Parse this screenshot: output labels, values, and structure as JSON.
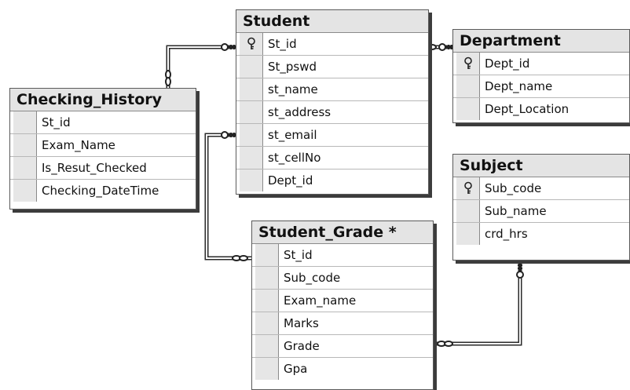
{
  "tables": {
    "student": {
      "title": "Student",
      "columns": [
        {
          "name": "St_id",
          "key": true
        },
        {
          "name": "St_pswd",
          "key": false
        },
        {
          "name": "st_name",
          "key": false
        },
        {
          "name": "st_address",
          "key": false
        },
        {
          "name": "st_email",
          "key": false
        },
        {
          "name": "st_cellNo",
          "key": false
        },
        {
          "name": "Dept_id",
          "key": false
        }
      ]
    },
    "department": {
      "title": "Department",
      "columns": [
        {
          "name": "Dept_id",
          "key": true
        },
        {
          "name": "Dept_name",
          "key": false
        },
        {
          "name": "Dept_Location",
          "key": false
        }
      ]
    },
    "checking_history": {
      "title": "Checking_History",
      "columns": [
        {
          "name": "St_id",
          "key": false
        },
        {
          "name": "Exam_Name",
          "key": false
        },
        {
          "name": "Is_Resut_Checked",
          "key": false
        },
        {
          "name": "Checking_DateTime",
          "key": false
        }
      ]
    },
    "subject": {
      "title": "Subject",
      "columns": [
        {
          "name": "Sub_code",
          "key": true
        },
        {
          "name": "Sub_name",
          "key": false
        },
        {
          "name": "crd_hrs",
          "key": false
        }
      ]
    },
    "student_grade": {
      "title": "Student_Grade *",
      "columns": [
        {
          "name": "St_id",
          "key": false
        },
        {
          "name": "Sub_code",
          "key": false
        },
        {
          "name": "Exam_name",
          "key": false
        },
        {
          "name": "Marks",
          "key": false
        },
        {
          "name": "Grade",
          "key": false
        },
        {
          "name": "Gpa",
          "key": false
        }
      ]
    }
  },
  "relationships": [
    {
      "name": "student-checking-history",
      "from": "student",
      "to": "checking_history"
    },
    {
      "name": "student-department",
      "from": "student",
      "to": "department"
    },
    {
      "name": "student-student-grade",
      "from": "student",
      "to": "student_grade"
    },
    {
      "name": "subject-student-grade",
      "from": "subject",
      "to": "student_grade"
    }
  ],
  "colors": {
    "border": "#5a5a5a",
    "shadow": "#3c3c3c",
    "header_bg": "#e4e4e4",
    "selector_bg": "#e6e6e6",
    "connector": "#2a2a2a"
  }
}
